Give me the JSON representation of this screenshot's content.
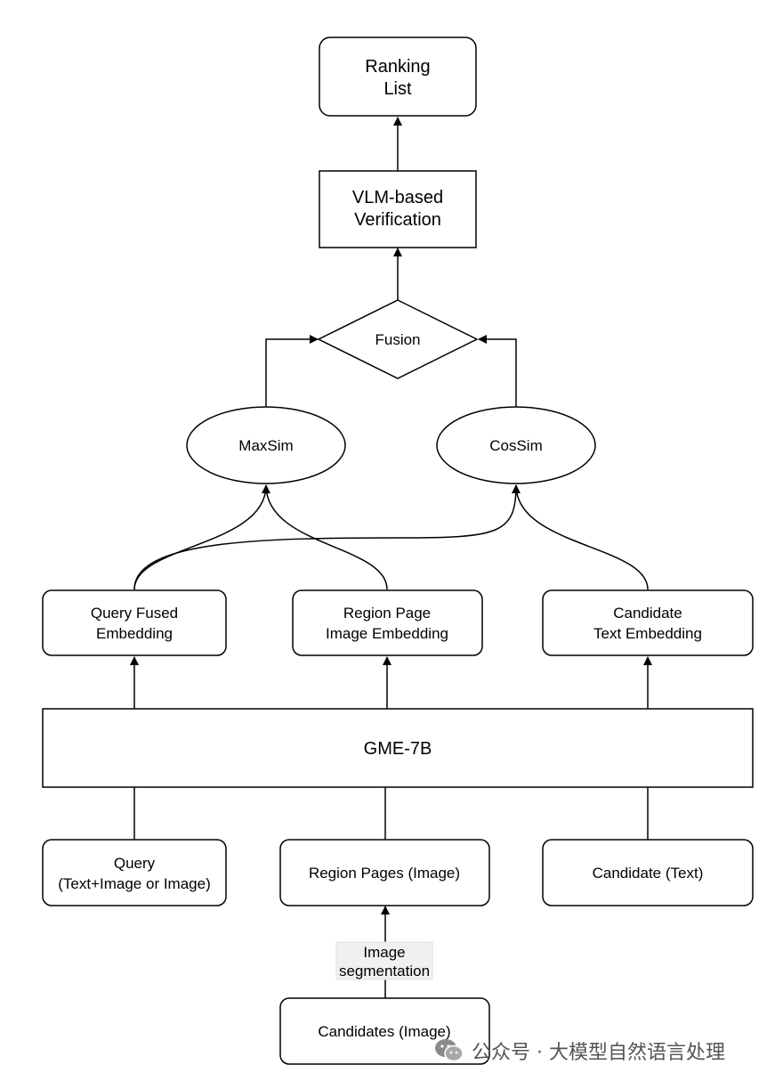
{
  "nodes": {
    "ranking_list": [
      "Ranking",
      "List"
    ],
    "vlm_verification": [
      "VLM-based",
      "Verification"
    ],
    "fusion": "Fusion",
    "maxsim": "MaxSim",
    "cossim": "CosSim",
    "query_fused_embedding": [
      "Query Fused",
      "Embedding"
    ],
    "region_page_image_embedding": [
      "Region Page",
      "Image Embedding"
    ],
    "candidate_text_embedding": [
      "Candidate",
      "Text Embedding"
    ],
    "gme": "GME-7B",
    "query_input": [
      "Query",
      "(Text+Image or Image)"
    ],
    "region_pages_image": "Region Pages (Image)",
    "candidate_text": "Candidate (Text)",
    "image_segmentation": [
      "Image",
      "segmentation"
    ],
    "candidates_image": "Candidates (Image)"
  },
  "watermark": {
    "icon": "wechat-icon",
    "text": "公众号 · 大模型自然语言处理"
  }
}
